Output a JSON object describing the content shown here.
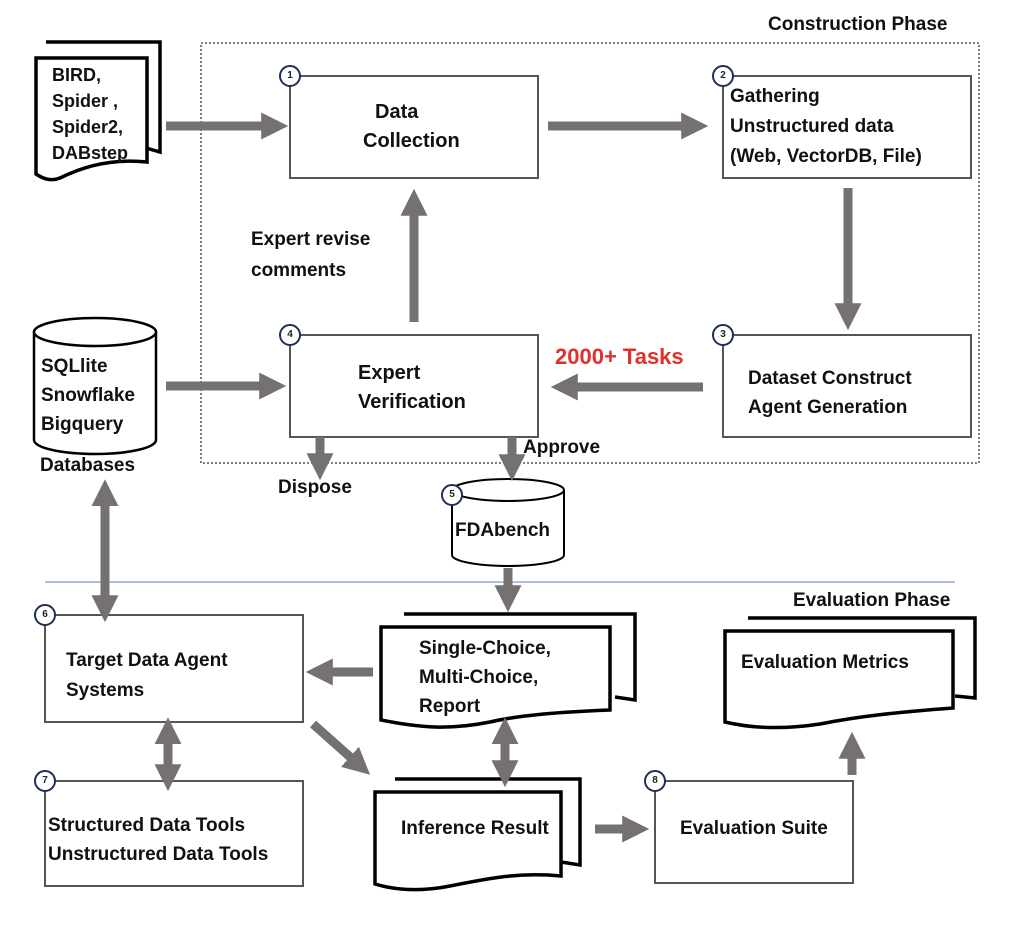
{
  "phases": {
    "construction": "Construction Phase",
    "evaluation": "Evaluation Phase"
  },
  "sources": {
    "benchmarks": [
      "BIRD,",
      "Spider ,",
      "Spider2,",
      "DABstep"
    ],
    "databases": [
      "SQLlite",
      "Snowflake",
      "Bigquery"
    ],
    "databases_caption": "Databases"
  },
  "nodes": [
    {
      "id": 1,
      "badge": "1",
      "lines": [
        "Data",
        "Collection"
      ]
    },
    {
      "id": 2,
      "badge": "2",
      "lines": [
        "Gathering",
        "Unstructured data",
        "(Web, VectorDB, File)"
      ]
    },
    {
      "id": 3,
      "badge": "3",
      "lines": [
        "Dataset Construct",
        "Agent Generation"
      ]
    },
    {
      "id": 4,
      "badge": "4",
      "lines": [
        "Expert",
        "Verification"
      ]
    },
    {
      "id": 5,
      "badge": "5",
      "lines": [
        "FDAbench"
      ]
    },
    {
      "id": 6,
      "badge": "6",
      "lines": [
        "Target Data Agent",
        "Systems"
      ]
    },
    {
      "id": 7,
      "badge": "7",
      "lines": [
        "Structured Data Tools",
        "Unstructured Data Tools"
      ]
    },
    {
      "id": 8,
      "badge": "8",
      "lines": [
        "Evaluation Suite"
      ]
    }
  ],
  "documents": {
    "questions": [
      "Single-Choice,",
      "Multi-Choice,",
      "Report"
    ],
    "inference": "Inference Result",
    "metrics": "Evaluation Metrics"
  },
  "edge_labels": {
    "expert_revise": [
      "Expert revise",
      "comments"
    ],
    "tasks": "2000+ Tasks",
    "approve": "Approve",
    "dispose": "Dispose"
  },
  "colors": {
    "arrow": "#767171",
    "highlight": "#e0302a",
    "badge_ring": "#1f2f55",
    "divider": "#8faadc"
  }
}
